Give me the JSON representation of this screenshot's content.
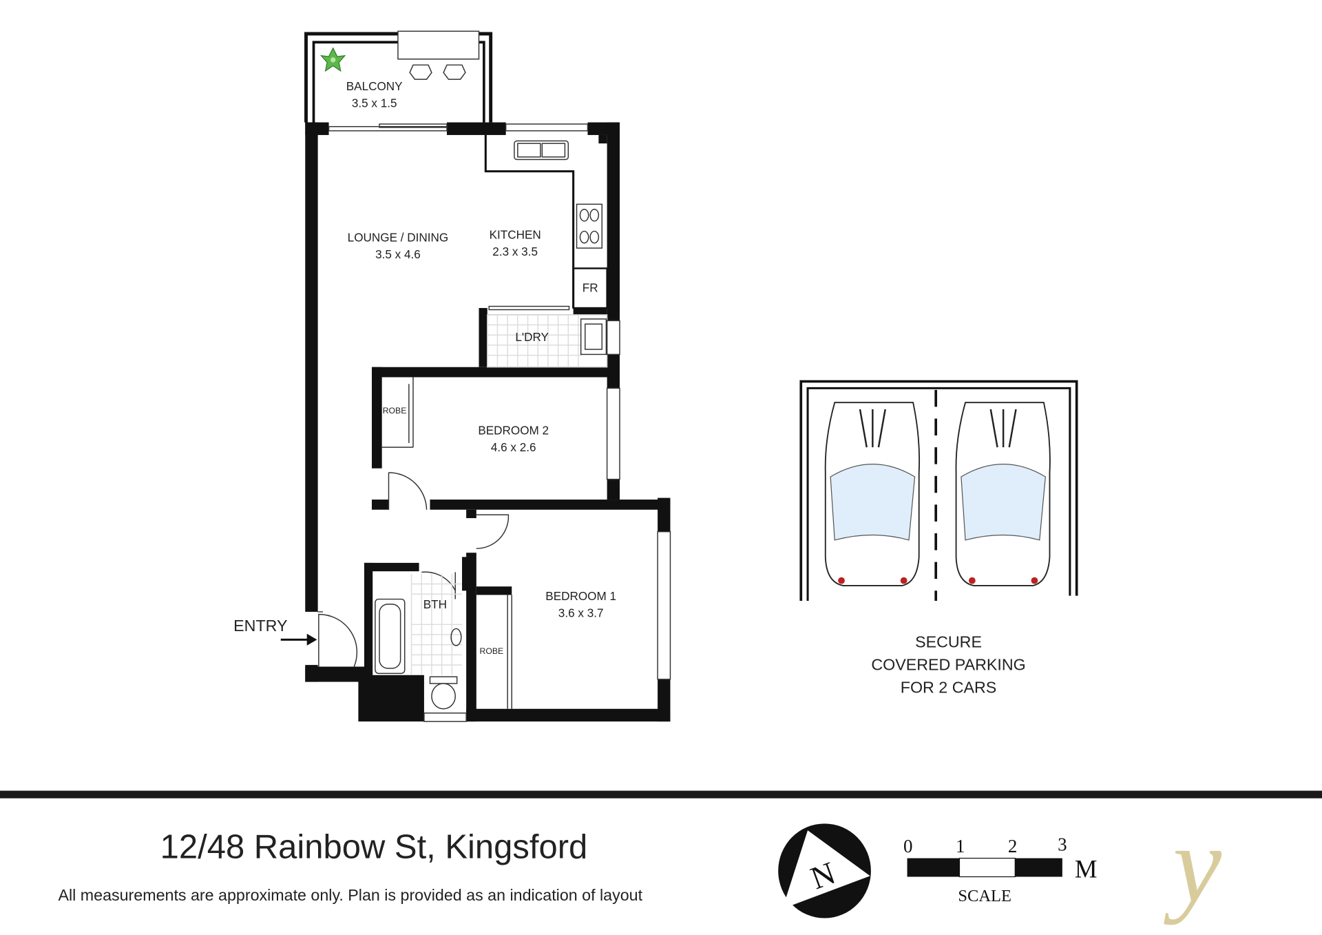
{
  "rooms": {
    "balcony": {
      "name": "BALCONY",
      "size": "3.5 x 1.5"
    },
    "lounge": {
      "name": "LOUNGE / DINING",
      "size": "3.5 x 4.6"
    },
    "kitchen": {
      "name": "KITCHEN",
      "size": "2.3 x 3.5"
    },
    "fridge": {
      "name": "FR"
    },
    "laundry": {
      "name": "L'DRY"
    },
    "bedroom2": {
      "name": "BEDROOM 2",
      "size": "4.6 x 2.6"
    },
    "robe2": {
      "name": "ROBE"
    },
    "bedroom1": {
      "name": "BEDROOM 1",
      "size": "3.6 x 3.7"
    },
    "robe1": {
      "name": "ROBE"
    },
    "bath": {
      "name": "BTH"
    }
  },
  "entry_label": "ENTRY",
  "parking": {
    "line1": "SECURE",
    "line2": "COVERED PARKING",
    "line3": "FOR 2 CARS"
  },
  "footer": {
    "address": "12/48 Rainbow St, Kingsford",
    "disclaimer": "All measurements are approximate only. Plan is provided as an indication of layout",
    "north": "N",
    "scale_ticks": [
      "0",
      "1",
      "2",
      "3"
    ],
    "scale_unit": "M",
    "scale_label": "SCALE",
    "logo": "y"
  },
  "colors": {
    "wall": "#111111",
    "logo": "#d9cc9c",
    "car_glass": "#dfeefa",
    "plant": "#5db84a"
  }
}
